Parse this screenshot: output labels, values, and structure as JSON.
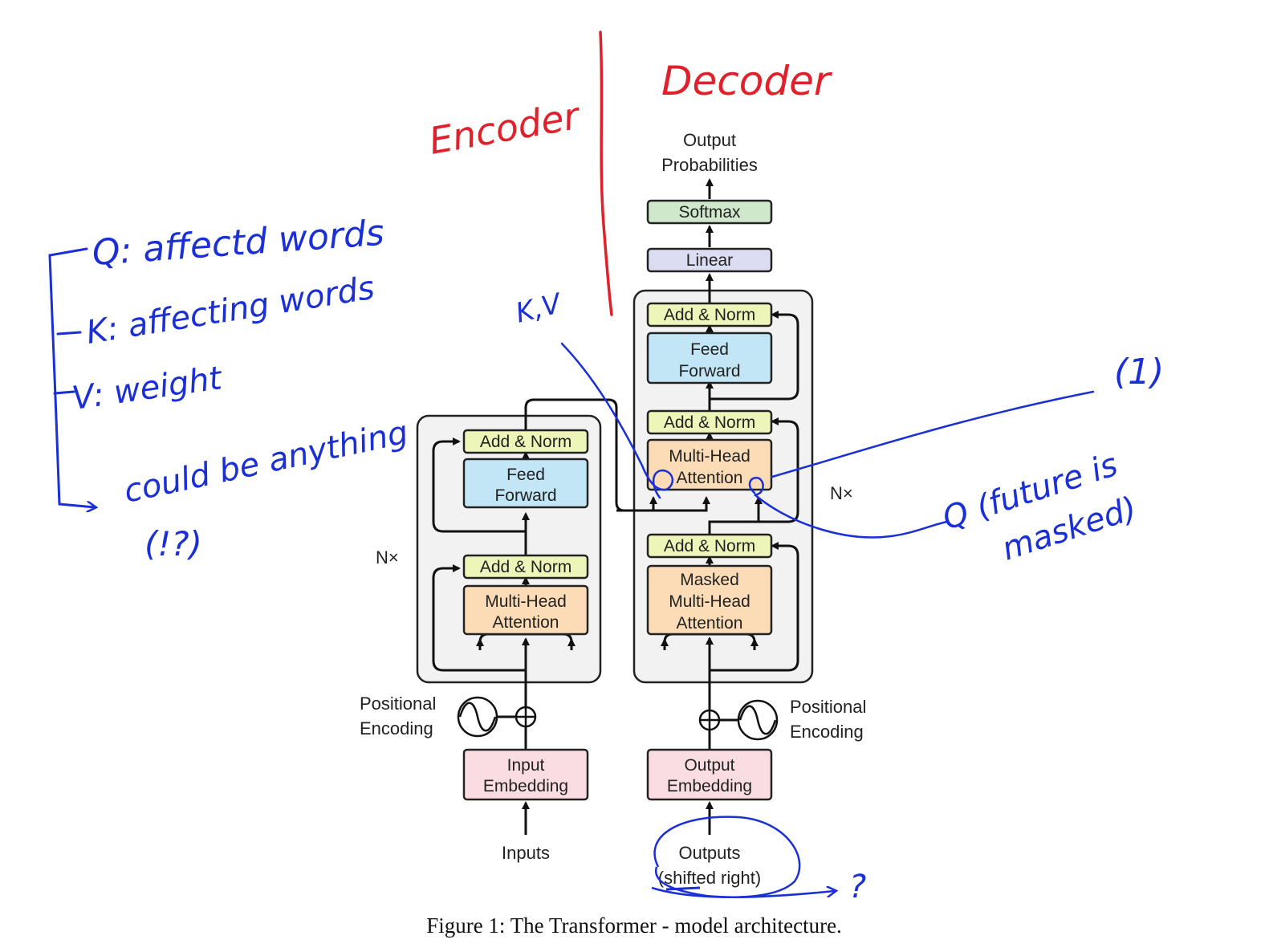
{
  "diagram": {
    "output_probabilities": [
      "Output",
      "Probabilities"
    ],
    "softmax": "Softmax",
    "linear": "Linear",
    "add_norm": "Add & Norm",
    "feed_forward": [
      "Feed",
      "Forward"
    ],
    "multi_head_attention": [
      "Multi-Head",
      "Attention"
    ],
    "masked_multi_head_attention": [
      "Masked",
      "Multi-Head",
      "Attention"
    ],
    "nx": "N×",
    "positional_encoding": [
      "Positional",
      "Encoding"
    ],
    "input_embedding": [
      "Input",
      "Embedding"
    ],
    "output_embedding": [
      "Output",
      "Embedding"
    ],
    "inputs": "Inputs",
    "outputs": [
      "Outputs",
      "(shifted right)"
    ],
    "caption": "Figure 1: The Transformer - model architecture.",
    "colors": {
      "softmax": "#cfe8cc",
      "linear": "#dcdcf2",
      "add_norm": "#eef5b8",
      "feed_forward": "#c2e6f5",
      "attention": "#fcdcb6",
      "embedding": "#fadde3",
      "stack_bg": "#f2f2f3"
    }
  },
  "annotations": {
    "encoder": "Encoder",
    "decoder": "Decoder",
    "notes": [
      "Q: affectd words",
      "K: affecting words",
      "V: weight",
      "could be anything",
      "(!?)"
    ],
    "kv": "K,V",
    "q_note": [
      "Q (future is",
      "masked)"
    ],
    "one": "(1)",
    "question": "?",
    "colors": {
      "red": "#e0202a",
      "blue": "#1a2fd6"
    }
  }
}
